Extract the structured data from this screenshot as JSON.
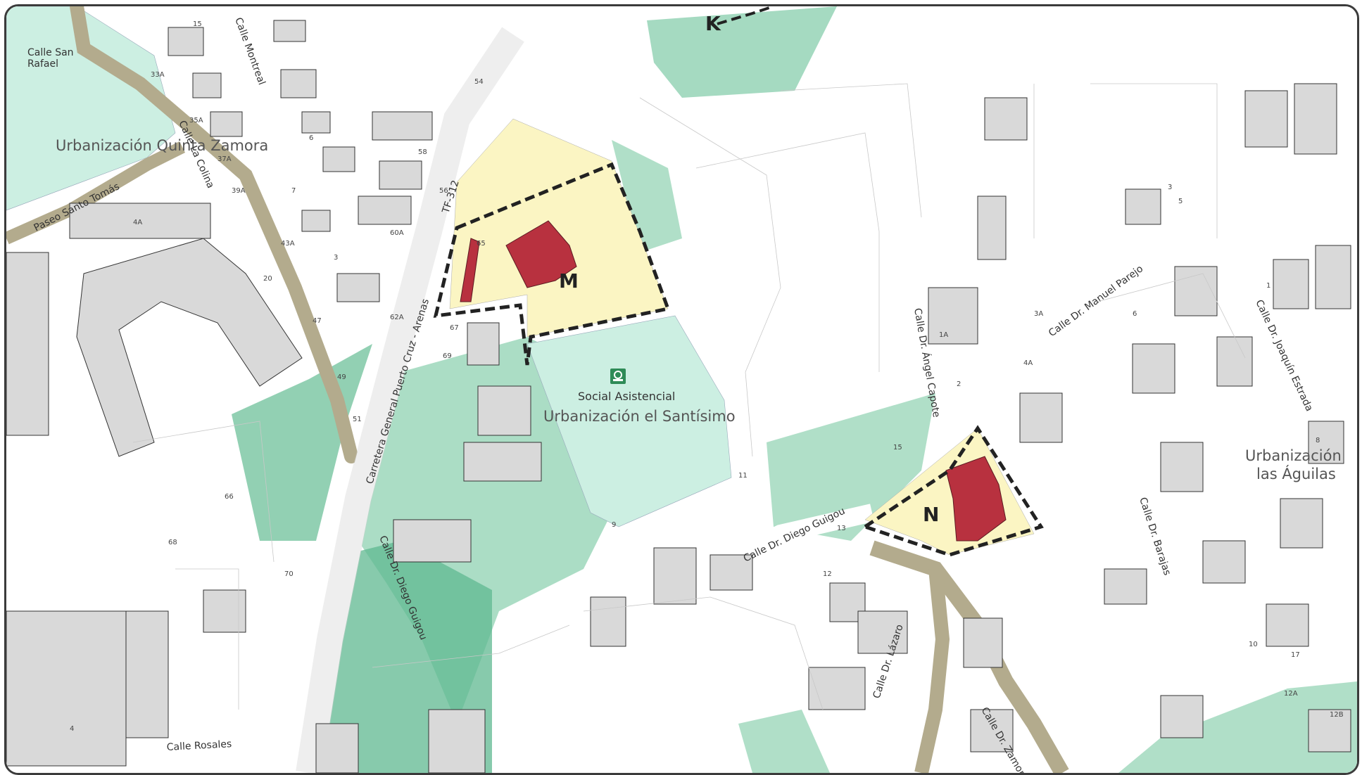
{
  "map": {
    "zones": [
      {
        "id": "M",
        "label": "M"
      },
      {
        "id": "N",
        "label": "N"
      },
      {
        "id": "K",
        "label": "K"
      }
    ],
    "areas": {
      "quinta_zamora": "Urbanización Quinta Zamora",
      "santisimo": "Urbanización el Santísimo",
      "aguilas_line1": "Urbanización",
      "aguilas_line2": "las Águilas"
    },
    "facility": {
      "label": "Social Asistencial",
      "icon": "social-assistance-icon"
    },
    "streets": {
      "san_rafael_1": "Calle San",
      "san_rafael_2": "Rafael",
      "montreal": "Calle Montreal",
      "paseo_santo_tomas": "Paseo Santo Tomás",
      "calle_la_colina": "Calle La Colina",
      "tf312": "TF-312",
      "carretera": "Carretera General Puerto Cruz - Arenas",
      "diego_guigou_1": "Calle Dr. Diego Guigou",
      "diego_guigou_2": "Calle Dr. Diego Guigou",
      "angel_capote": "Calle Dr. Ángel Capote",
      "manuel_parejo": "Calle Dr. Manuel Parejo",
      "joaquin_estrada": "Calle Dr. Joaquín Estrada",
      "barajas": "Calle Dr. Barajas",
      "rosales": "Calle Rosales",
      "zamora": "Calle Dr. Zamora",
      "lazaro": "Calle Dr. Lázaro"
    },
    "house_numbers": [
      "15",
      "33A",
      "35A",
      "37A",
      "39A",
      "4A",
      "43A",
      "47",
      "49",
      "51",
      "62A",
      "60A",
      "54",
      "58",
      "56",
      "7",
      "6",
      "3",
      "20",
      "66",
      "68",
      "70",
      "4",
      "67",
      "69",
      "65",
      "9",
      "11",
      "13",
      "15",
      "12",
      "1A",
      "3A",
      "4A",
      "2",
      "5",
      "6",
      "10",
      "17",
      "12A",
      "12B",
      "1",
      "8",
      "3"
    ],
    "colors": {
      "green_zone": "#7fc8a6",
      "light_green": "#ccefe2",
      "yellow_zone": "#fbf5c3",
      "red_building": "#b8313f",
      "road": "#b3ab8d",
      "building": "#d9d9d9",
      "frame": "#3b3b3b"
    }
  }
}
